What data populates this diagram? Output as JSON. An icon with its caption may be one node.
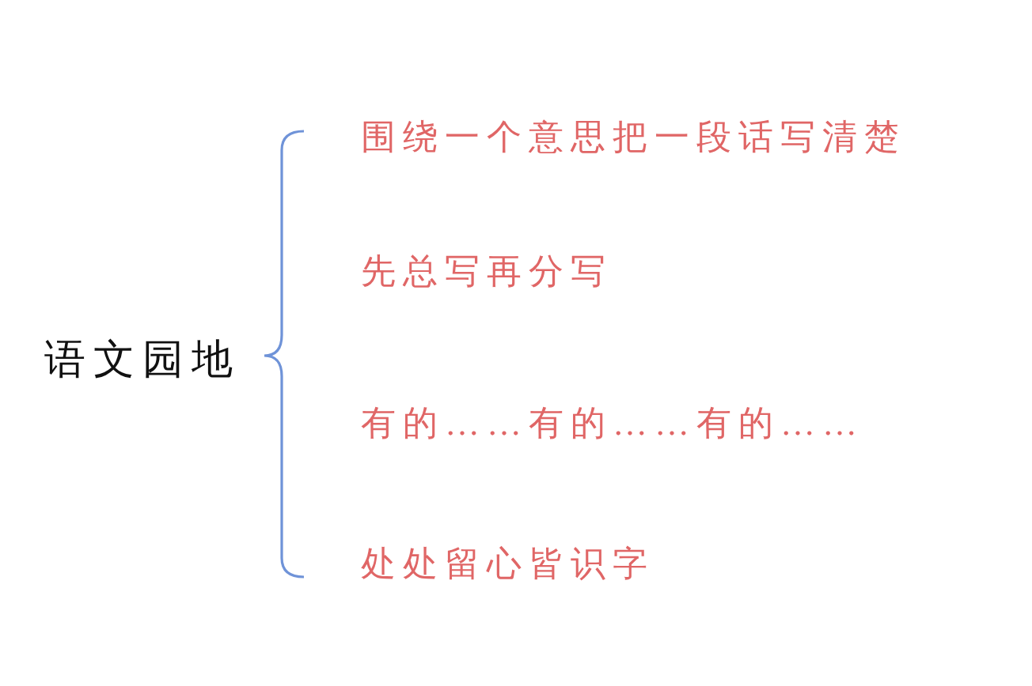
{
  "diagram": {
    "labels": [
      "语文园地",
      "围绕一个意思把一段话写清楚",
      "先总写再分写",
      "有的……有的……有的……",
      "处处留心皆识字"
    ]
  }
}
